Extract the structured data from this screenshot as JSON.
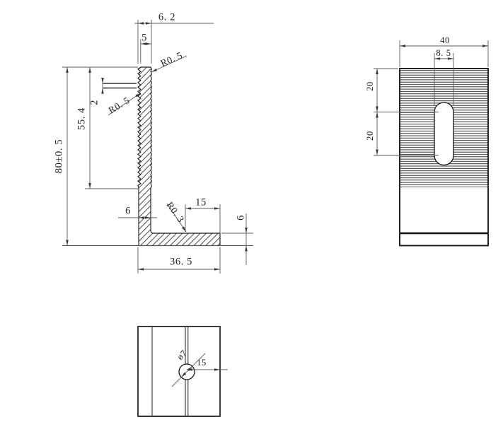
{
  "colors": {
    "background": "#ffffff",
    "outline": "#1a1a1a",
    "dimension_line": "#5a5a5a",
    "text": "#1f1f1f"
  },
  "side_view": {
    "dims": {
      "top_width": "6. 2",
      "top_flat": "5",
      "tooth_radius_top": "R0. 5",
      "tooth_pitch": "2",
      "tooth_radius": "R0. 5",
      "serration_length": "55. 4",
      "overall_height": "80±0. 5",
      "leg_thickness": "6",
      "corner_radius": "R0. 3",
      "step_offset": "15",
      "base_width": "36. 5",
      "base_thickness": "6"
    }
  },
  "front_view": {
    "dims": {
      "width": "40",
      "slot_width": "8. 5",
      "slot_start": "20",
      "slot_span": "20"
    }
  },
  "bottom_view": {
    "dims": {
      "hole_diameter": "ø7",
      "hole_offset": "15"
    }
  }
}
